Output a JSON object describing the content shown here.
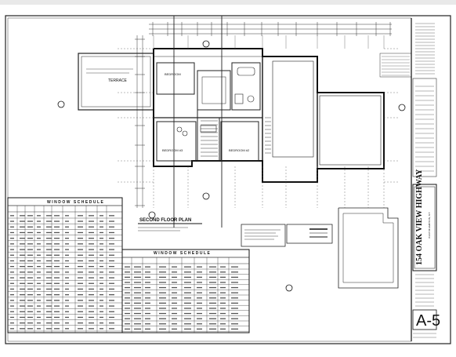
{
  "drawing": {
    "plan_title": "SECOND FLOOR PLAN",
    "room_labels": {
      "terrace": "TERRACE",
      "bedroom_upper": "BEDROOM",
      "bedroom_lower_left": "BEDROOM #3",
      "bedroom_lower_right": "BEDROOM #2"
    }
  },
  "schedules": {
    "window_schedule_left_title": "WINDOW SCHEDULE",
    "window_schedule_center_title": "WINDOW SCHEDULE"
  },
  "title_block": {
    "address": "154 OAK VIEW HIGHWAY",
    "town": "EAST HAMPTON, NY",
    "sheet_number": "A-5"
  }
}
